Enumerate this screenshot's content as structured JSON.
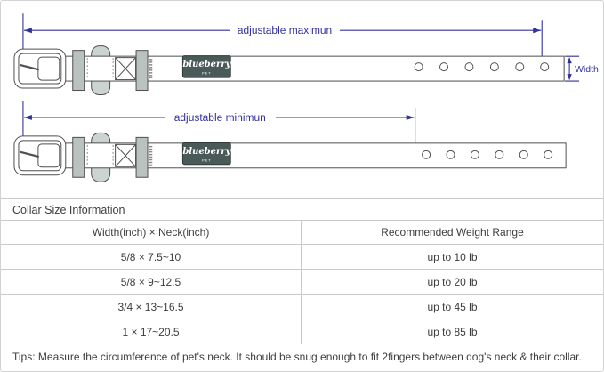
{
  "diagram": {
    "max_label": "adjustable maximun",
    "min_label": "adjustable minimun",
    "width_label": "Width",
    "brand": {
      "name": "blueberry",
      "sub": "PET"
    },
    "holes_per_collar": 6,
    "colors": {
      "dimension_blue": "#32329b",
      "collar_outline": "#4f4f4f",
      "keeper_gray": "#b9c2bf",
      "brand_label_bg": "#4a5a59"
    }
  },
  "table": {
    "title": "Collar Size Information",
    "columns": [
      "Width(inch) × Neck(inch)",
      "Recommended Weight Range"
    ],
    "rows": [
      {
        "size": "5/8 × 7.5~10",
        "weight": "up to 10 lb"
      },
      {
        "size": "5/8 × 9~12.5",
        "weight": "up to 20 lb"
      },
      {
        "size": "3/4 × 13~16.5",
        "weight": "up to 45 lb"
      },
      {
        "size": "1 × 17~20.5",
        "weight": "up to 85 lb"
      }
    ],
    "tips": "Tips: Measure the circumference of pet's neck. It should be snug enough to fit 2fingers between dog's neck & their collar."
  }
}
